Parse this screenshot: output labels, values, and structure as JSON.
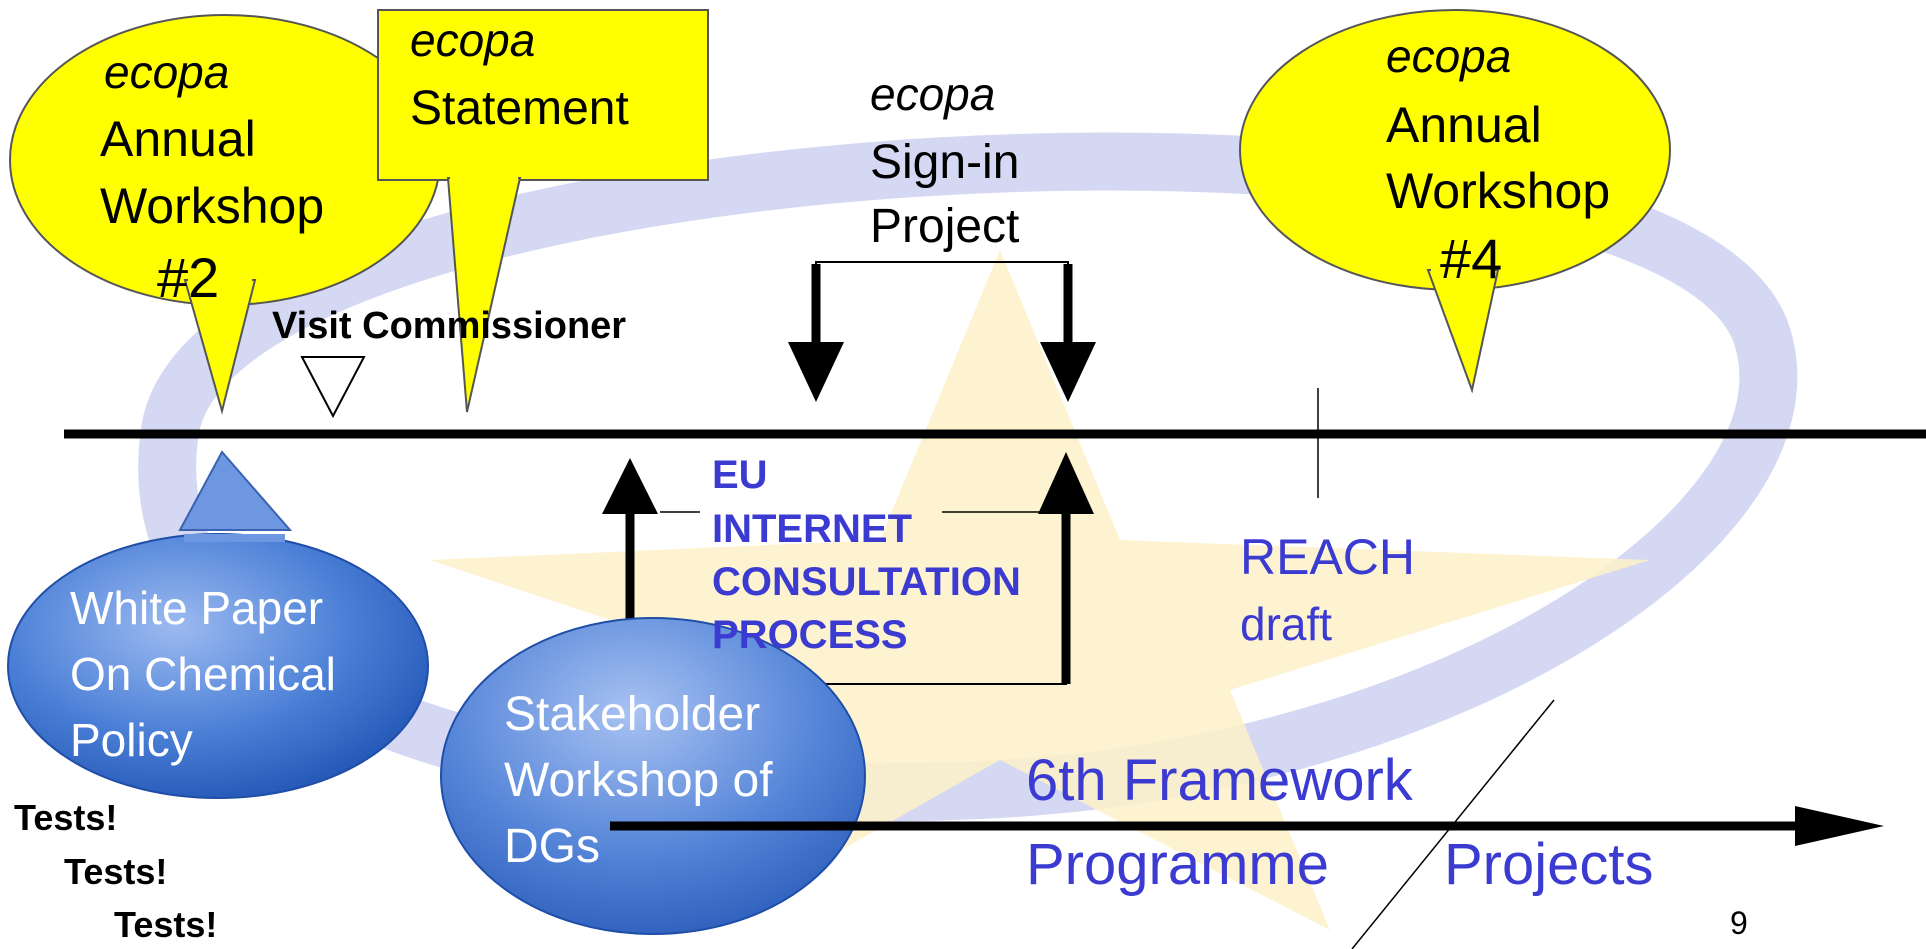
{
  "colors": {
    "callout_fill": "#ffff00",
    "callout_stroke": "#444444",
    "blue_text": "#3b3bd1",
    "ellipse_blue": "#2a64c9",
    "black": "#000000",
    "watermark_blue": "#b9c0e8",
    "watermark_yellow": "#fbeec0"
  },
  "callouts": {
    "workshop2": {
      "brand": "ecopa",
      "line1": "Annual",
      "line2": "Workshop",
      "line3": "#2"
    },
    "statement": {
      "brand": "ecopa",
      "line1": "Statement"
    },
    "workshop4": {
      "brand": "ecopa",
      "line1": "Annual",
      "line2": "Workshop",
      "line3": "#4"
    },
    "white_paper": {
      "line1": "White Paper",
      "line2": "On Chemical",
      "line3": "Policy"
    }
  },
  "signin": {
    "brand": "ecopa",
    "line1": "Sign-in",
    "line2": "Project"
  },
  "visit_commissioner": "Visit Commissioner",
  "consultation": {
    "line1": "EU",
    "line2": "INTERNET",
    "line3": "CONSULTATION",
    "line4": "PROCESS"
  },
  "reach": {
    "line1": "REACH",
    "line2": "draft"
  },
  "stakeholder": {
    "line1": "Stakeholder",
    "line2": "Workshop of",
    "line3": "DGs"
  },
  "framework": {
    "line1": "6th Framework",
    "line2": "Programme",
    "line3": "Projects"
  },
  "tests": [
    "Tests!",
    "Tests!",
    "Tests!"
  ],
  "page_number": "9"
}
